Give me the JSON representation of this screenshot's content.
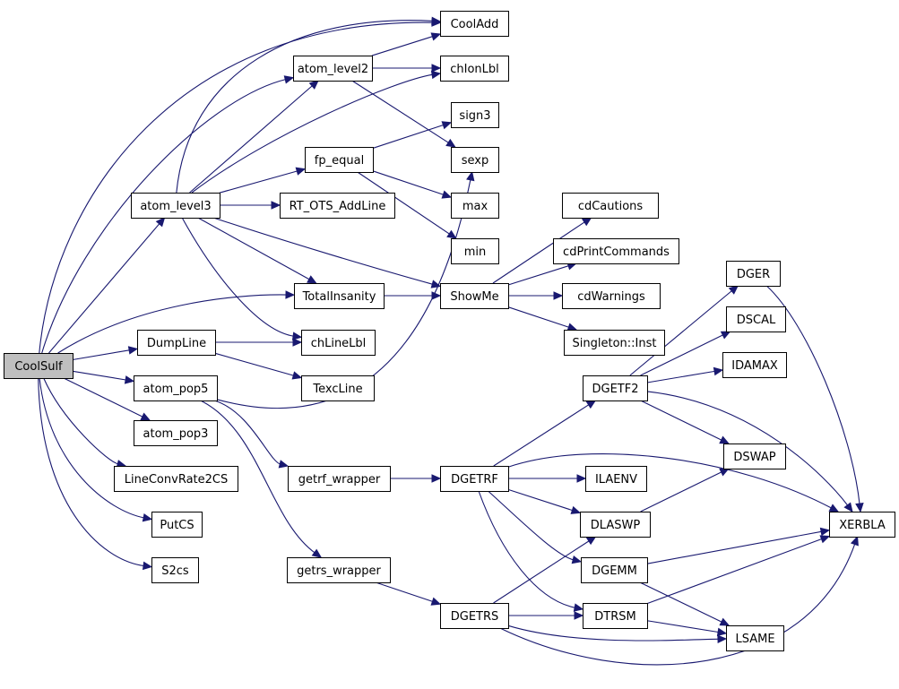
{
  "graph": {
    "edge_color": "#191970",
    "root_fill": "#bfbfbf",
    "nodes": [
      {
        "id": "CoolSulf",
        "label": "CoolSulf",
        "root": true
      },
      {
        "id": "CoolAdd",
        "label": "CoolAdd"
      },
      {
        "id": "atom_level2",
        "label": "atom_level2"
      },
      {
        "id": "chIonLbl",
        "label": "chIonLbl"
      },
      {
        "id": "sign3",
        "label": "sign3"
      },
      {
        "id": "fp_equal",
        "label": "fp_equal"
      },
      {
        "id": "sexp",
        "label": "sexp"
      },
      {
        "id": "atom_level3",
        "label": "atom_level3"
      },
      {
        "id": "RT_OTS_AddLine",
        "label": "RT_OTS_AddLine"
      },
      {
        "id": "max",
        "label": "max"
      },
      {
        "id": "cdCautions",
        "label": "cdCautions"
      },
      {
        "id": "min",
        "label": "min"
      },
      {
        "id": "cdPrintCommands",
        "label": "cdPrintCommands"
      },
      {
        "id": "DGER",
        "label": "DGER"
      },
      {
        "id": "TotalInsanity",
        "label": "TotalInsanity"
      },
      {
        "id": "ShowMe",
        "label": "ShowMe"
      },
      {
        "id": "cdWarnings",
        "label": "cdWarnings"
      },
      {
        "id": "DSCAL",
        "label": "DSCAL"
      },
      {
        "id": "DumpLine",
        "label": "DumpLine"
      },
      {
        "id": "chLineLbl",
        "label": "chLineLbl"
      },
      {
        "id": "Singleton_Inst",
        "label": "Singleton::Inst"
      },
      {
        "id": "IDAMAX",
        "label": "IDAMAX"
      },
      {
        "id": "atom_pop5",
        "label": "atom_pop5"
      },
      {
        "id": "TexcLine",
        "label": "TexcLine"
      },
      {
        "id": "DGETF2",
        "label": "DGETF2"
      },
      {
        "id": "atom_pop3",
        "label": "atom_pop3"
      },
      {
        "id": "DSWAP",
        "label": "DSWAP"
      },
      {
        "id": "LineConvRate2CS",
        "label": "LineConvRate2CS"
      },
      {
        "id": "getrf_wrapper",
        "label": "getrf_wrapper"
      },
      {
        "id": "DGETRF",
        "label": "DGETRF"
      },
      {
        "id": "ILAENV",
        "label": "ILAENV"
      },
      {
        "id": "PutCS",
        "label": "PutCS"
      },
      {
        "id": "DLASWP",
        "label": "DLASWP"
      },
      {
        "id": "XERBLA",
        "label": "XERBLA"
      },
      {
        "id": "S2cs",
        "label": "S2cs"
      },
      {
        "id": "getrs_wrapper",
        "label": "getrs_wrapper"
      },
      {
        "id": "DGEMM",
        "label": "DGEMM"
      },
      {
        "id": "DGETRS",
        "label": "DGETRS"
      },
      {
        "id": "DTRSM",
        "label": "DTRSM"
      },
      {
        "id": "LSAME",
        "label": "LSAME"
      }
    ],
    "edges": [
      {
        "from": "CoolSulf",
        "to": "CoolAdd"
      },
      {
        "from": "CoolSulf",
        "to": "atom_level2"
      },
      {
        "from": "CoolSulf",
        "to": "atom_level3"
      },
      {
        "from": "CoolSulf",
        "to": "TotalInsanity"
      },
      {
        "from": "CoolSulf",
        "to": "DumpLine"
      },
      {
        "from": "CoolSulf",
        "to": "atom_pop5"
      },
      {
        "from": "CoolSulf",
        "to": "atom_pop3"
      },
      {
        "from": "CoolSulf",
        "to": "LineConvRate2CS"
      },
      {
        "from": "CoolSulf",
        "to": "PutCS"
      },
      {
        "from": "CoolSulf",
        "to": "S2cs"
      },
      {
        "from": "atom_level2",
        "to": "CoolAdd"
      },
      {
        "from": "atom_level2",
        "to": "chIonLbl"
      },
      {
        "from": "atom_level2",
        "to": "sexp"
      },
      {
        "from": "atom_level3",
        "to": "CoolAdd"
      },
      {
        "from": "atom_level3",
        "to": "atom_level2"
      },
      {
        "from": "atom_level3",
        "to": "chIonLbl"
      },
      {
        "from": "atom_level3",
        "to": "fp_equal"
      },
      {
        "from": "atom_level3",
        "to": "RT_OTS_AddLine"
      },
      {
        "from": "atom_level3",
        "to": "ShowMe"
      },
      {
        "from": "atom_level3",
        "to": "TotalInsanity"
      },
      {
        "from": "atom_level3",
        "to": "chLineLbl"
      },
      {
        "from": "fp_equal",
        "to": "sign3"
      },
      {
        "from": "fp_equal",
        "to": "max"
      },
      {
        "from": "fp_equal",
        "to": "min"
      },
      {
        "from": "TotalInsanity",
        "to": "ShowMe"
      },
      {
        "from": "ShowMe",
        "to": "cdCautions"
      },
      {
        "from": "ShowMe",
        "to": "cdPrintCommands"
      },
      {
        "from": "ShowMe",
        "to": "cdWarnings"
      },
      {
        "from": "ShowMe",
        "to": "Singleton_Inst"
      },
      {
        "from": "DumpLine",
        "to": "chLineLbl"
      },
      {
        "from": "DumpLine",
        "to": "TexcLine"
      },
      {
        "from": "atom_pop5",
        "to": "sexp"
      },
      {
        "from": "atom_pop5",
        "to": "getrf_wrapper"
      },
      {
        "from": "atom_pop5",
        "to": "getrs_wrapper"
      },
      {
        "from": "getrf_wrapper",
        "to": "DGETRF"
      },
      {
        "from": "getrs_wrapper",
        "to": "DGETRS"
      },
      {
        "from": "DGETRF",
        "to": "DGETF2"
      },
      {
        "from": "DGETRF",
        "to": "ILAENV"
      },
      {
        "from": "DGETRF",
        "to": "DLASWP"
      },
      {
        "from": "DGETRF",
        "to": "DGEMM"
      },
      {
        "from": "DGETRF",
        "to": "DTRSM"
      },
      {
        "from": "DGETRF",
        "to": "XERBLA"
      },
      {
        "from": "DGETF2",
        "to": "DGER"
      },
      {
        "from": "DGETF2",
        "to": "DSCAL"
      },
      {
        "from": "DGETF2",
        "to": "IDAMAX"
      },
      {
        "from": "DGETF2",
        "to": "DSWAP"
      },
      {
        "from": "DGETF2",
        "to": "XERBLA"
      },
      {
        "from": "DGER",
        "to": "XERBLA"
      },
      {
        "from": "DLASWP",
        "to": "DSWAP"
      },
      {
        "from": "DGEMM",
        "to": "XERBLA"
      },
      {
        "from": "DGEMM",
        "to": "LSAME"
      },
      {
        "from": "DTRSM",
        "to": "XERBLA"
      },
      {
        "from": "DTRSM",
        "to": "LSAME"
      },
      {
        "from": "DGETRS",
        "to": "DLASWP"
      },
      {
        "from": "DGETRS",
        "to": "DTRSM"
      },
      {
        "from": "DGETRS",
        "to": "LSAME"
      },
      {
        "from": "DGETRS",
        "to": "XERBLA"
      }
    ]
  }
}
